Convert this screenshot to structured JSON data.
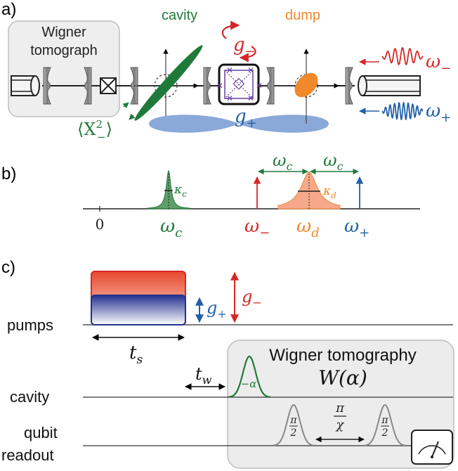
{
  "panel_a": {
    "label": "a)",
    "wigner_box": {
      "line1": "Wigner",
      "line2": "tomograph"
    },
    "cavity": "cavity",
    "dump": "dump",
    "g_minus": "g",
    "g_minus_sub": "−",
    "g_plus": "g",
    "g_plus_sub": "+",
    "omega_minus": "ω",
    "omega_minus_sub": "−",
    "omega_plus": "ω",
    "omega_plus_sub": "+",
    "squeeze_label": "⟨X",
    "squeeze_sup": "2",
    "squeeze_sub": "−",
    "squeeze_close": "⟩",
    "colors": {
      "cavity": "#1f7a3a",
      "dump": "#f0892b",
      "pump_minus": "#d62728",
      "pump_plus": "#2060a8",
      "gplus_lobe": "#8aa8d8",
      "element": "#6a3fa0"
    }
  },
  "panel_b": {
    "label": "b)",
    "zero": "0",
    "omega_c_axis": "ω",
    "omega_c_axis_sub": "c",
    "kappa_c": "κ",
    "kappa_c_sub": "c",
    "omega_minus": "ω",
    "omega_minus_sub": "−",
    "omega_d": "ω",
    "omega_d_sub": "d",
    "kappa_d": "κ",
    "kappa_d_sub": "d",
    "omega_plus": "ω",
    "omega_plus_sub": "+",
    "span_left": "ω",
    "span_left_sub": "c",
    "span_right": "ω",
    "span_right_sub": "c"
  },
  "panel_c": {
    "label": "c)",
    "rows": [
      "pumps",
      "cavity",
      "qubit",
      "readout"
    ],
    "t_s": "t",
    "t_s_sub": "s",
    "t_w": "t",
    "t_w_sub": "w",
    "g_plus": "g",
    "g_plus_sub": "+",
    "g_minus": "g",
    "g_minus_sub": "−",
    "wigner_title": "Wigner tomography",
    "wigner_func": "W(α)",
    "disp": "−α",
    "pi_half_num": "π",
    "pi_half_den": "2",
    "pi_chi_num": "π",
    "pi_chi_den": "χ"
  }
}
